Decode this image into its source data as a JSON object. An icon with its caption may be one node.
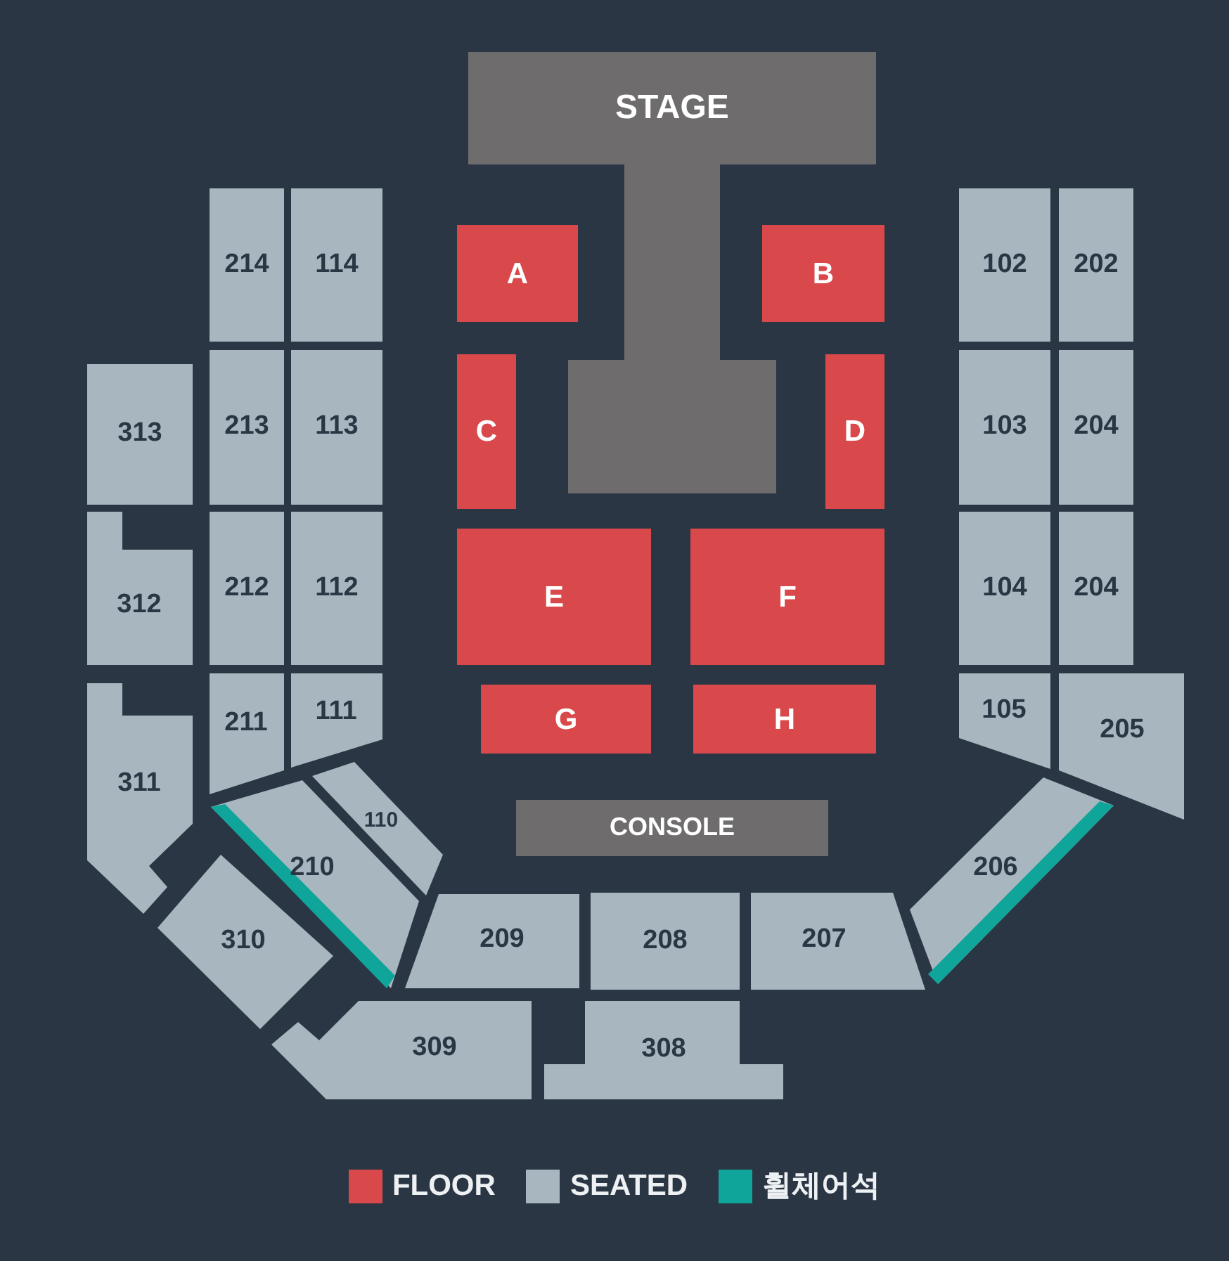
{
  "diagram": {
    "nodes": [
      {
        "text": [
          "STAGE"
        ]
      },
      {
        "text": [
          "214"
        ]
      },
      {
        "text": [
          "114"
        ]
      },
      {
        "text": [
          "A"
        ]
      },
      {
        "text": [
          "B"
        ]
      },
      {
        "text": [
          "102"
        ]
      },
      {
        "text": [
          "202"
        ]
      },
      {
        "text": [
          "313"
        ]
      },
      {
        "text": [
          "213"
        ]
      },
      {
        "text": [
          "113"
        ]
      },
      {
        "text": [
          "C"
        ]
      },
      {
        "text": [
          "D"
        ]
      },
      {
        "text": [
          "103"
        ]
      },
      {
        "text": [
          "204"
        ]
      },
      {
        "text": [
          "312"
        ]
      },
      {
        "text": [
          "212"
        ]
      },
      {
        "text": [
          "112"
        ]
      },
      {
        "text": [
          "E"
        ]
      },
      {
        "text": [
          "F"
        ]
      },
      {
        "text": [
          "104"
        ]
      },
      {
        "text": [
          "204"
        ]
      },
      {
        "text": [
          "311"
        ]
      },
      {
        "text": [
          "211"
        ]
      },
      {
        "text": [
          "111"
        ]
      },
      {
        "text": [
          "G"
        ]
      },
      {
        "text": [
          "H"
        ]
      },
      {
        "text": [
          "105"
        ]
      },
      {
        "text": [
          "205"
        ]
      },
      {
        "text": [
          "110"
        ]
      },
      {
        "text": [
          "210"
        ]
      },
      {
        "text": [
          "CONSOLE"
        ]
      },
      {
        "text": [
          "206"
        ]
      },
      {
        "text": [
          "310"
        ]
      },
      {
        "text": [
          "209"
        ]
      },
      {
        "text": [
          "208"
        ]
      },
      {
        "text": [
          "207"
        ]
      },
      {
        "text": [
          "309"
        ]
      },
      {
        "text": [
          "308"
        ]
      }
    ],
    "legend": [
      {
        "text": "FLOOR",
        "color": "#d9484a"
      },
      {
        "text": "SEATED",
        "color": "#a8b7bf"
      },
      {
        "text": "휠체어석",
        "color": "#0fa59a"
      }
    ]
  }
}
